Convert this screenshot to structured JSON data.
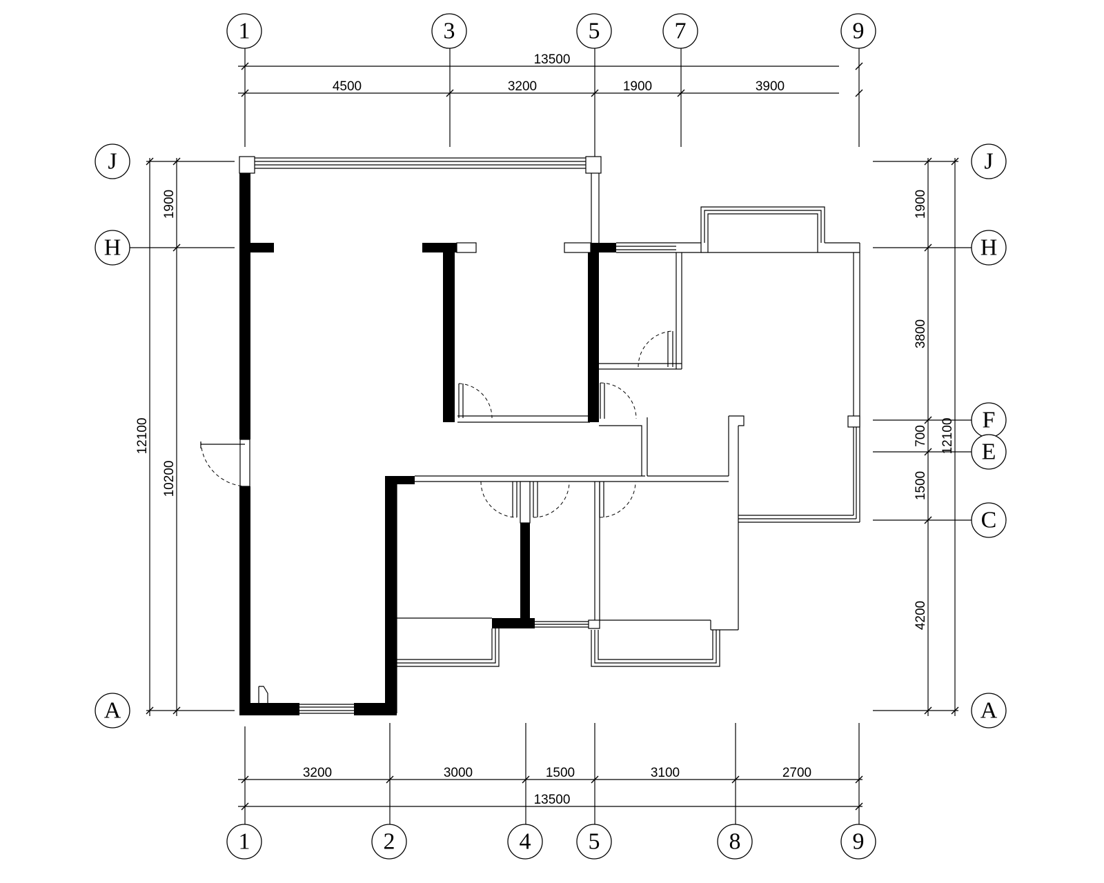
{
  "diagram": {
    "top_axes": [
      "1",
      "3",
      "5",
      "7",
      "9"
    ],
    "bottom_axes": [
      "1",
      "2",
      "4",
      "5",
      "8",
      "9"
    ],
    "left_axes": [
      "J",
      "H",
      "A"
    ],
    "right_axes": [
      "J",
      "H",
      "F",
      "E",
      "C",
      "A"
    ],
    "top_total": "13500",
    "top_dims": [
      "4500",
      "3200",
      "1900",
      "3900"
    ],
    "bottom_total": "13500",
    "bottom_dims": [
      "3200",
      "3000",
      "1500",
      "3100",
      "2700"
    ],
    "left_outer": "12100",
    "left_inner": [
      "1900",
      "10200"
    ],
    "right_outer": "12100",
    "right_inner": [
      "1900",
      "3800",
      "700",
      "1500",
      "4200"
    ]
  },
  "colors": {
    "line": "#000000",
    "background": "#ffffff"
  }
}
